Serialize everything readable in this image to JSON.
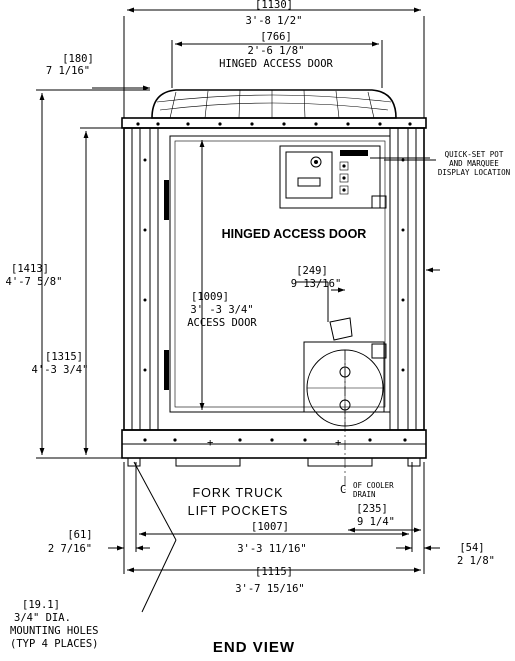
{
  "dimensions": {
    "overall_width": {
      "mm": "[1130]",
      "imperial": "3'-8 1/2\""
    },
    "door_width": {
      "mm": "[766]",
      "imperial": "2'-6 1/8\"",
      "label": "HINGED ACCESS DOOR"
    },
    "fan_offset": {
      "mm": "[180]",
      "imperial": "7 1/16\""
    },
    "overall_height": {
      "mm": "[1413]",
      "imperial": "4'-7 5/8\""
    },
    "cabinet_height": {
      "mm": "[1315]",
      "imperial": "4'-3 3/4\""
    },
    "door_height": {
      "mm": "[1009]",
      "imperial": "3' -3 3/4\"",
      "label": "ACCESS DOOR"
    },
    "drain_offset": {
      "mm": "[249]",
      "imperial": "9 13/16\""
    },
    "drain_to_side": {
      "mm": "[235]",
      "imperial": "9 1/4\""
    },
    "base_left": {
      "mm": "[61]",
      "imperial": "2 7/16\""
    },
    "mount_spacing": {
      "mm": "[1007]",
      "imperial": "3'-3 11/16\""
    },
    "base_right": {
      "mm": "[54]",
      "imperial": "2 1/8\""
    },
    "base_width": {
      "mm": "[1115]",
      "imperial": "3'-7 15/16\""
    }
  },
  "labels": {
    "hinged_access_door": "HINGED ACCESS DOOR",
    "quick_set_line1": "QUICK-SET POT",
    "quick_set_line2": "AND MARQUEE",
    "quick_set_line3": "DISPLAY LOCATION",
    "fork_truck_line1": "FORK TRUCK",
    "fork_truck_line2": "LIFT POCKETS",
    "drain_line1": "OF COOLER",
    "drain_line2": "DRAIN",
    "drain_symbol": "C",
    "holes_mm": "[19.1]",
    "holes_line1": "3/4\" DIA.",
    "holes_line2": "MOUNTING HOLES",
    "holes_line3": "(TYP 4 PLACES)",
    "view_title": "END VIEW"
  }
}
